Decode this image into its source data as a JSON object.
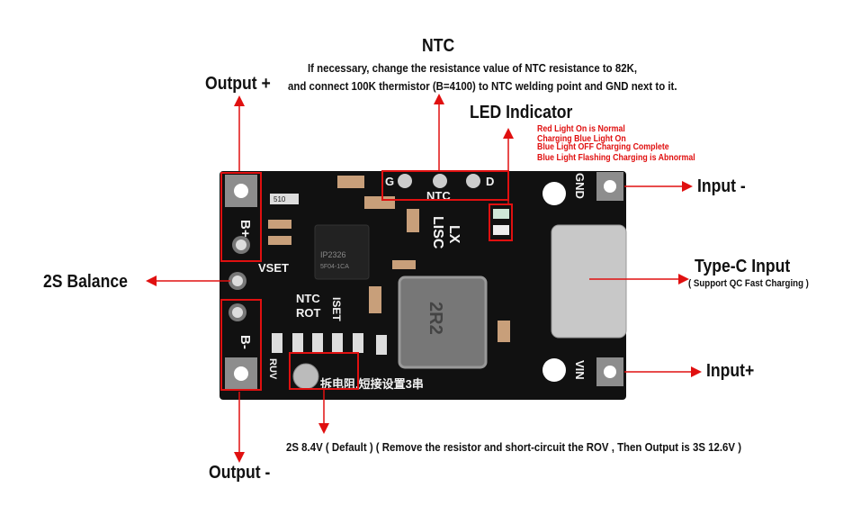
{
  "labels": {
    "output_plus": "Output +",
    "output_minus": "Output -",
    "balance": "2S Balance",
    "ntc_title": "NTC",
    "ntc_line1": "If necessary, change the resistance value of NTC resistance to 82K,",
    "ntc_line2": "and connect 100K thermistor (B=4100) to NTC welding point and GND next to it.",
    "led_title": "LED Indicator",
    "led_notes": [
      "Red Light On is Normal",
      "Charging Blue Light On",
      "Blue Light OFF Charging Complete",
      "Blue Light Flashing Charging is Abnormal"
    ],
    "input_minus": "Input -",
    "typec_title": "Type-C Input",
    "typec_sub": "( Support QC Fast Charging )",
    "input_plus": "Input+",
    "rov_note": "2S 8.4V ( Default )   ( Remove the resistor and short-circuit the ROV , Then Output is 3S 12.6V )"
  },
  "board": {
    "b_plus": "B+",
    "b_minus": "B-",
    "vset": "VSET",
    "ntc": "NTC",
    "rot": "ROT",
    "iset": "ISET",
    "g": "G",
    "d": "D",
    "ntc_pad": "NTC",
    "lx": "LX",
    "lisc": "LISC",
    "gnd": "GND",
    "vin": "VIN",
    "chip": "IP2326",
    "chip_code": "5F04-1CA",
    "inductor": "2R2",
    "ruv": "RUV",
    "chinese": "拆电阻,短接设置3串",
    "r510": "510"
  },
  "colors": {
    "arrow": "#e01010",
    "board": "#111111"
  }
}
